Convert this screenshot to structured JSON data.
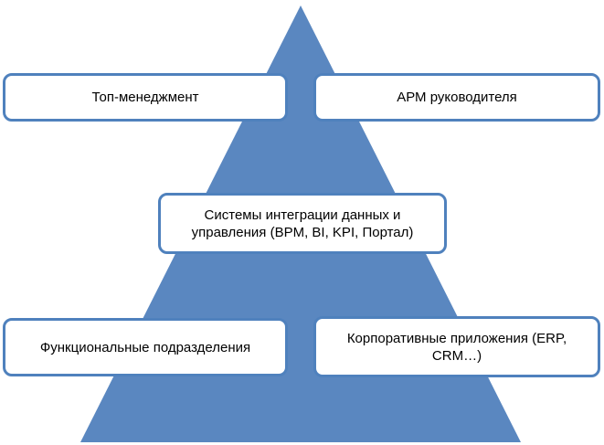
{
  "diagram": {
    "top_left_label": "Топ-менеджмент",
    "top_right_label": "АРМ руководителя",
    "middle_label": "Системы интеграции данных и управления (BPM, BI, KPI, Портал)",
    "bottom_left_label": "Функциональные подразделения",
    "bottom_right_label": "Корпоративные приложения (ERP, CRM…)"
  },
  "colors": {
    "pyramid_fill": "#5a87c0",
    "box_border": "#4f81bd",
    "box_fill": "#ffffff"
  }
}
